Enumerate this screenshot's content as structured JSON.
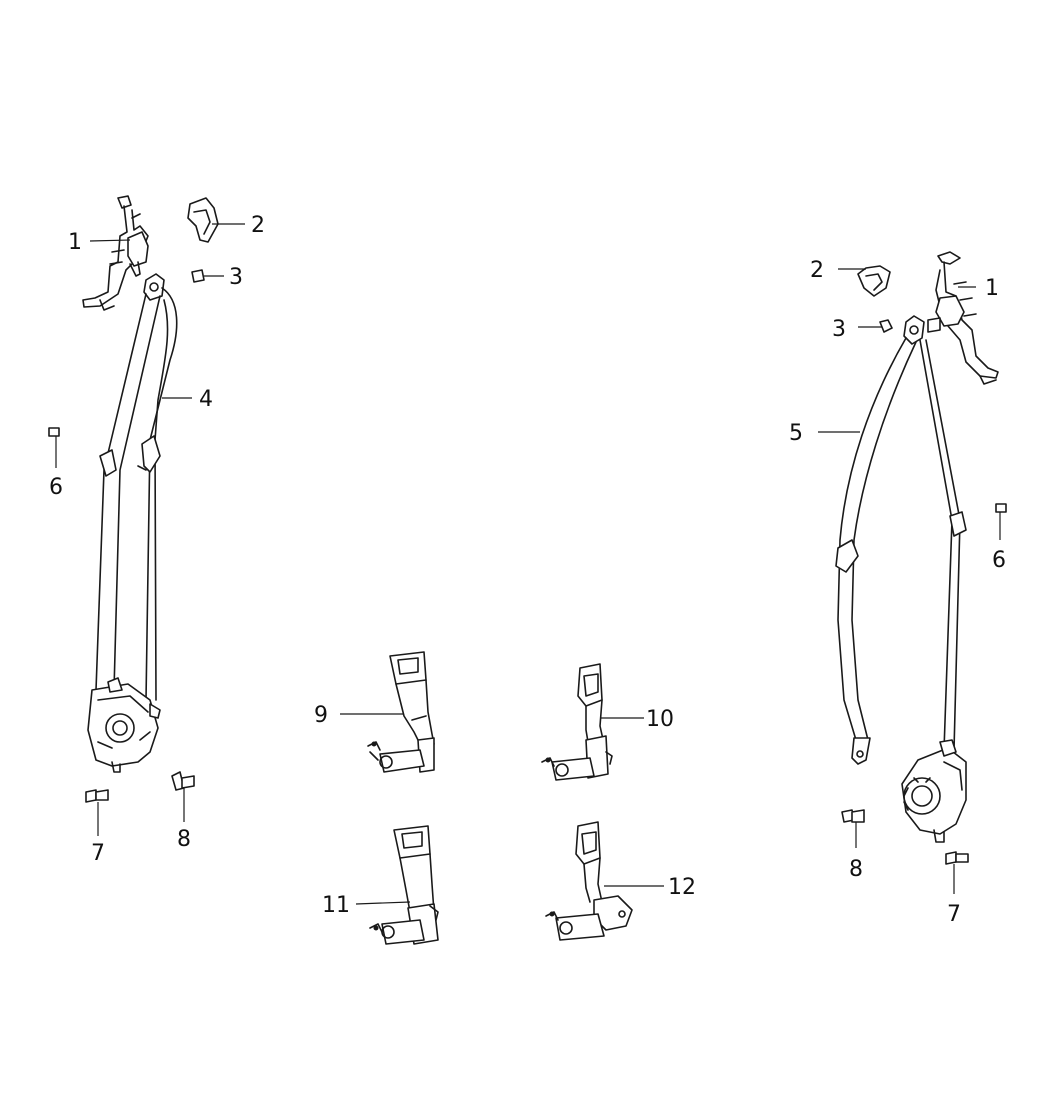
{
  "callouts": {
    "left_1": "1",
    "left_2": "2",
    "left_3": "3",
    "left_4": "4",
    "left_6": "6",
    "left_7": "7",
    "left_8": "8",
    "right_1": "1",
    "right_2": "2",
    "right_3": "3",
    "right_5": "5",
    "right_6": "6",
    "right_7": "7",
    "right_8": "8",
    "buckle_9": "9",
    "buckle_10": "10",
    "buckle_11": "11",
    "buckle_12": "12"
  }
}
